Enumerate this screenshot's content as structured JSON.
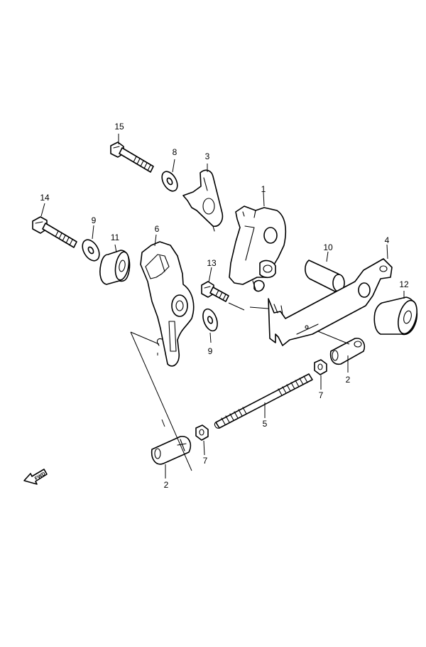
{
  "callouts": {
    "p15": "15",
    "p8": "8",
    "p3": "3",
    "p1": "1",
    "p14": "14",
    "p9a": "9",
    "p11": "11",
    "p6": "6",
    "p10": "10",
    "p4": "4",
    "p13": "13",
    "p12": "12",
    "p9b": "9",
    "p2a": "2",
    "p7a": "7",
    "p5": "5",
    "p7b": "7",
    "p2b": "2"
  },
  "fwd_label": "FWD"
}
